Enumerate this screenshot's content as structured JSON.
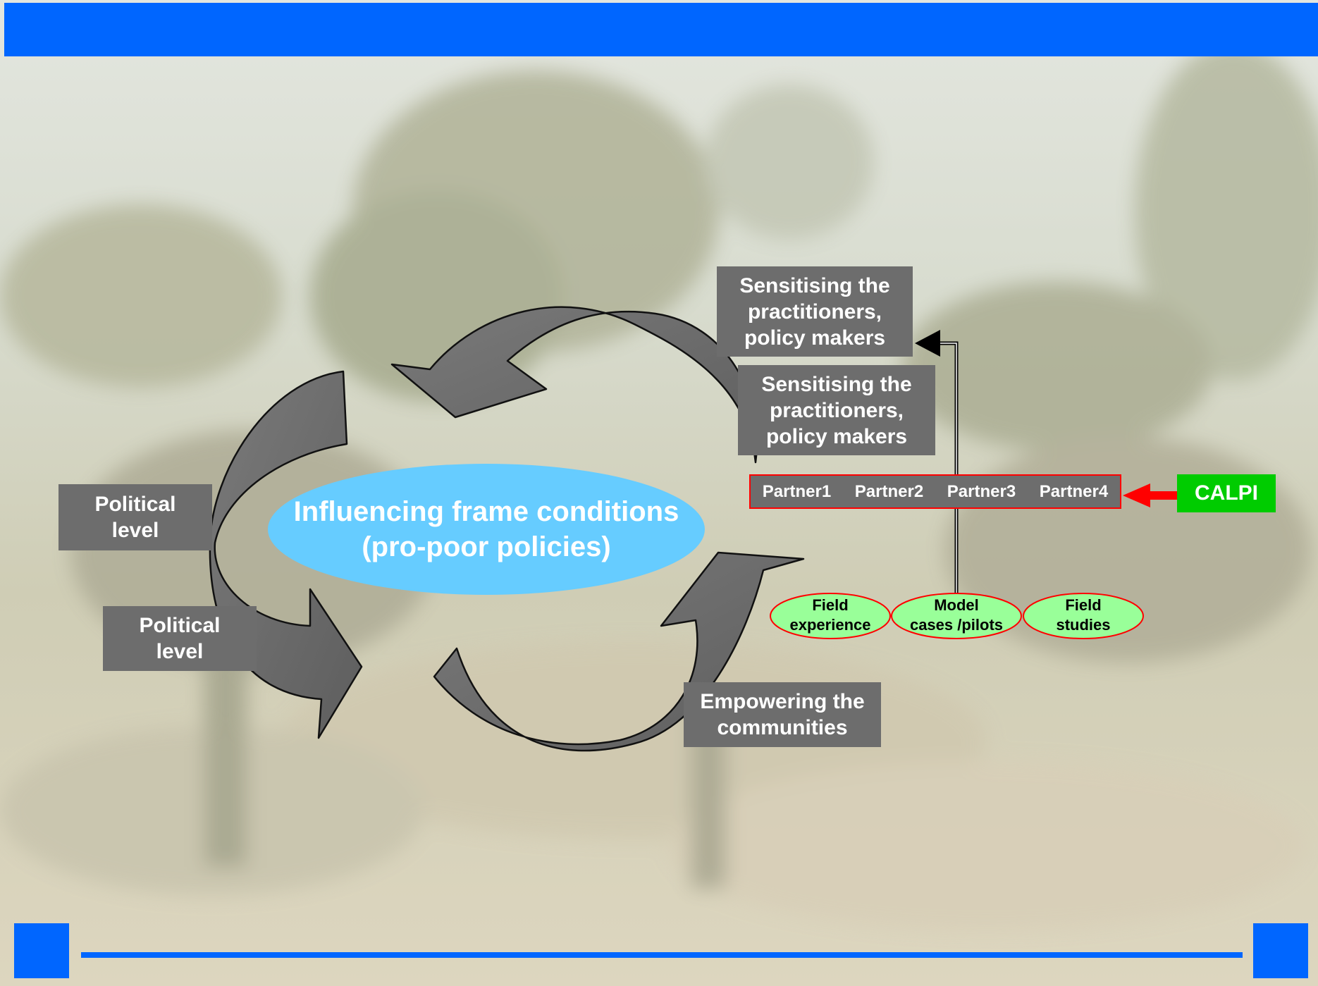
{
  "colors": {
    "header_bar": "#0066ff",
    "box_gray": "#6d6d6d",
    "ellipse": "#66ccff",
    "pill": "#99ff99",
    "pill_border": "#ff0000",
    "calpi_bg": "#00cc00",
    "connector_arrow": "#ff0000",
    "cycle_arrows": "#707070"
  },
  "diagram": {
    "center": {
      "line1": "Influencing frame conditions",
      "line2": "(pro-poor policies)"
    },
    "boxes": {
      "sensitising_top": "Sensitising the\npractitioners,\npolicy makers",
      "sensitising_bottom": "Sensitising the\npractitioners,\npolicy makers",
      "political_top": "Political\nlevel",
      "political_bottom": "Political\nlevel",
      "empowering": "Empowering the\ncommunities"
    },
    "partners": [
      "Partner1",
      "Partner2",
      "Partner3",
      "Partner4"
    ],
    "calpi": "CALPI",
    "pills": [
      {
        "line1": "Field",
        "line2": "experience"
      },
      {
        "line1": "Model",
        "line2": "cases /pilots"
      },
      {
        "line1": "Field",
        "line2": "studies"
      }
    ]
  }
}
